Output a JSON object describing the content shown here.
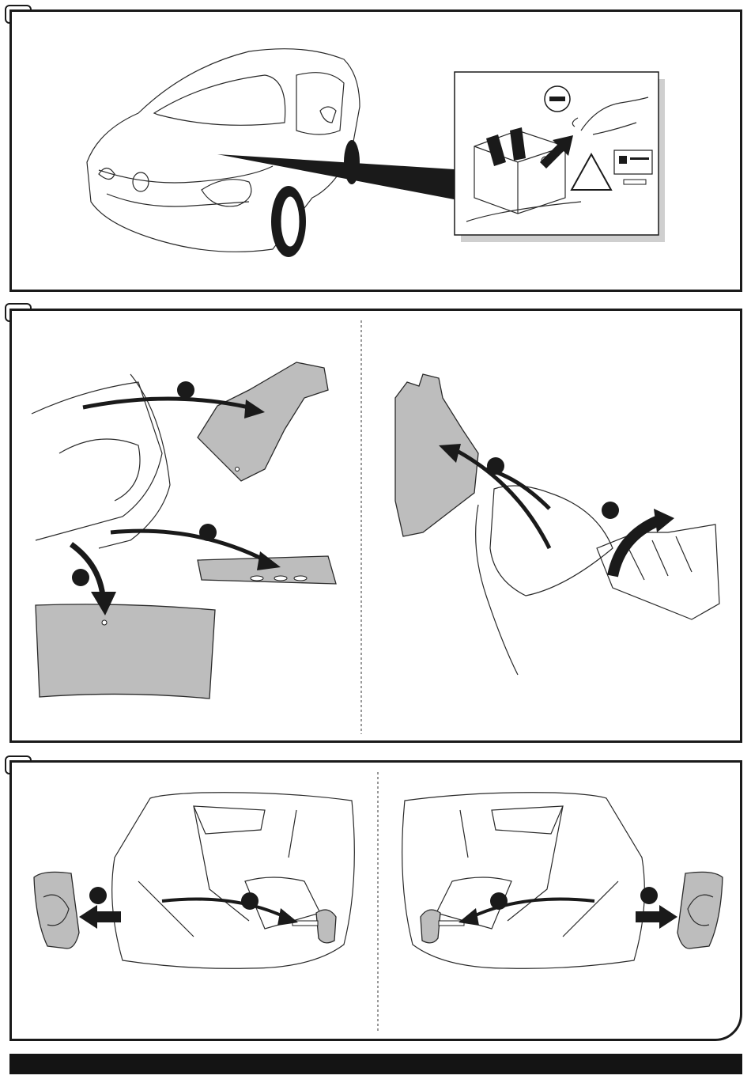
{
  "steps": [
    {
      "id": 1,
      "label": ""
    },
    {
      "id": 2,
      "label": ""
    },
    {
      "id": 3,
      "label": ""
    }
  ],
  "battery_detail": {
    "negative_symbol": "−",
    "warning_symbol": "triangle-warning-icon"
  },
  "colors": {
    "frame": "#1a1a1a",
    "part_fill": "#bdbdbd",
    "footer": "#141414"
  }
}
